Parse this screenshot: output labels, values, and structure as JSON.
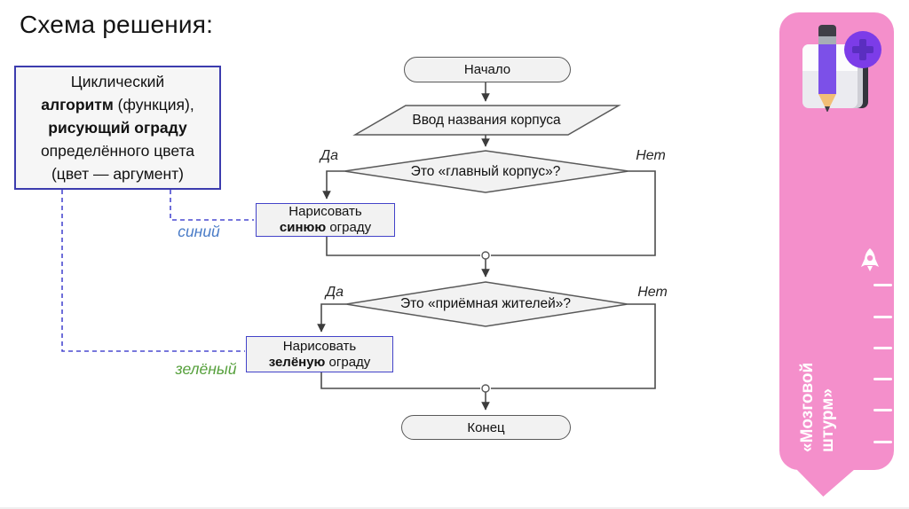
{
  "title": "Схема решения:",
  "note_box": {
    "line1": "Циклический",
    "line2_bold": "алгоритм",
    "line2_rest": " (функция),",
    "line3_bold": "рисующий ограду",
    "line4": "определённого цвета",
    "line5": "(цвет — аргумент)"
  },
  "flowchart": {
    "start": "Начало",
    "input": "Ввод названия корпуса",
    "decision1": "Это «главный корпус»?",
    "decision2": "Это «приёмная жителей»?",
    "yes": "Да",
    "no": "Нет",
    "process1": {
      "line1": "Нарисовать",
      "bold": "синюю",
      "rest": " ограду"
    },
    "process2": {
      "line1": "Нарисовать",
      "bold": "зелёную",
      "rest": " ограду"
    },
    "end": "Конец",
    "arg_label_blue": "синий",
    "arg_label_green": "зелёный"
  },
  "sidebar": {
    "caption_line1": "«Мозговой",
    "caption_line2": "штурм»",
    "icons": [
      "notebook-pencil-plus-icon",
      "rocket-icon"
    ],
    "tick_count": 6
  },
  "colors": {
    "sidebar_pink": "#f48fcb",
    "shape_fill": "#f2f2f2",
    "shape_border": "#595959",
    "process_border": "#4343c9",
    "note_border": "#3c3cae",
    "dashed_link": "#4a4ad0",
    "label_blue": "#4a7cc7",
    "label_green": "#56a03c",
    "icon_purple": "#7c3ce8"
  }
}
